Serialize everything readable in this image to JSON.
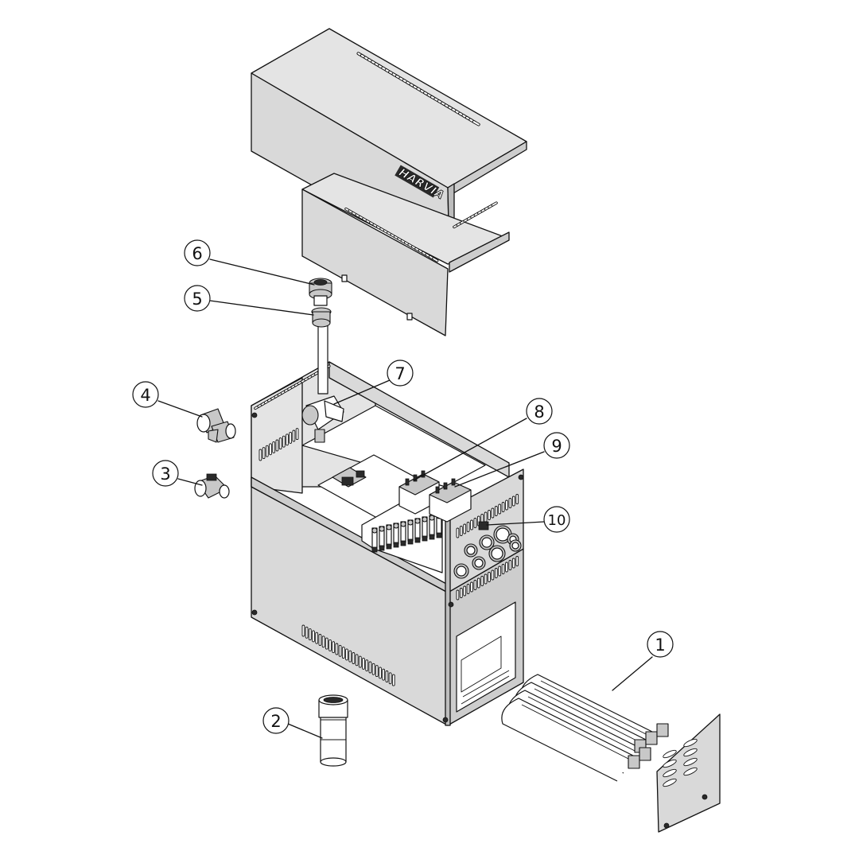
{
  "brand_logo": "HARVIA",
  "callouts": [
    {
      "id": "1",
      "label": "1"
    },
    {
      "id": "2",
      "label": "2"
    },
    {
      "id": "3",
      "label": "3"
    },
    {
      "id": "4",
      "label": "4"
    },
    {
      "id": "5",
      "label": "5"
    },
    {
      "id": "6",
      "label": "6"
    },
    {
      "id": "7",
      "label": "7"
    },
    {
      "id": "8",
      "label": "8"
    },
    {
      "id": "9",
      "label": "9"
    },
    {
      "id": "10",
      "label": "10"
    }
  ]
}
